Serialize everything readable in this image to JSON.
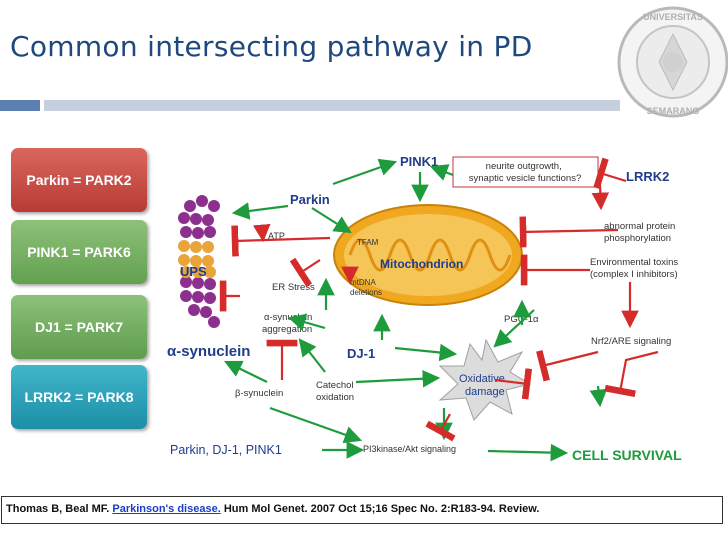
{
  "slide": {
    "title": "Common intersecting pathway in PD",
    "seal_text": "UNIVERSITAS DIPONEGORO SEMARANG"
  },
  "gene_boxes": [
    {
      "label": "Parkin = PARK2",
      "color": "#c9483f"
    },
    {
      "label": "PINK1 = PARK6",
      "color": "#77b163"
    },
    {
      "label": "DJ1 = PARK7",
      "color": "#74ae62"
    },
    {
      "label": "LRRK2 = PARK8",
      "color": "#2ea2b8"
    }
  ],
  "diagram": {
    "pink1": "PINK1",
    "neurite": [
      "neurite outgrowth,",
      "synaptic vesicle functions?"
    ],
    "lrrk2": "LRRK2",
    "parkin": "Parkin",
    "atp": "ATP",
    "tfam": "TFAM",
    "mitochondrion": "Mitochondrion",
    "mtdna": [
      "mtDNA",
      "deletions"
    ],
    "er_stress": "ER Stress",
    "ups": "UPS",
    "abnormal": [
      "abnormal protein",
      "phosphorylation"
    ],
    "env": [
      "Environmental toxins",
      "(complex I inhibitors)"
    ],
    "asyn_agg": [
      "α-synuclein",
      "aggregation"
    ],
    "asyn": "α-synuclein",
    "dj1": "DJ-1",
    "pgc": "PGC-1α",
    "nrf2": "Nrf2/ARE signaling",
    "oxidative": [
      "Oxidative",
      "damage"
    ],
    "bsyn": "β-synuclein",
    "catechol": [
      "Catechol",
      "oxidation"
    ],
    "parkin_dj1_pink1": "Parkin, DJ-1, PINK1",
    "pi3k": "PI3kinase/Akt signaling",
    "cell_survival": "CELL SURVIVAL",
    "colors": {
      "activate": "#1e9b3c",
      "inhibit": "#d52b2b",
      "mito": "#f0a820",
      "ups": "#8d2f8f",
      "text_blue": "#1f3d8a"
    }
  },
  "citation": {
    "pre": "Thomas B, Beal MF. ",
    "link": "Parkinson's disease.",
    "post": " Hum Mol Genet. 2007 Oct 15;16 Spec No. 2:R183-94. Review."
  }
}
